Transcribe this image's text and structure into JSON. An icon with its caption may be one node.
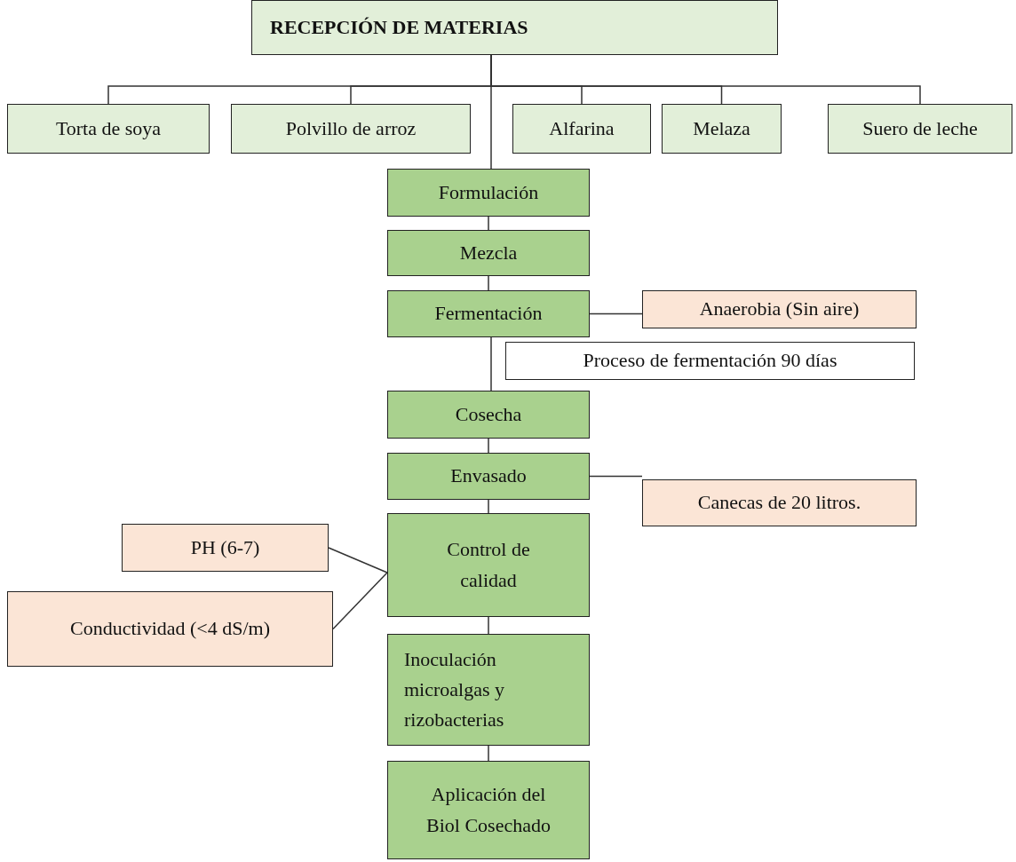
{
  "diagram": {
    "nodes": [
      {
        "text": [
          "RECEPCIÓN DE MATERIAS"
        ]
      },
      {
        "text": [
          "Torta de soya"
        ]
      },
      {
        "text": [
          "Polvillo de arroz"
        ]
      },
      {
        "text": [
          "Alfarina"
        ]
      },
      {
        "text": [
          "Melaza"
        ]
      },
      {
        "text": [
          "Suero de leche"
        ]
      },
      {
        "text": [
          "Formulación"
        ]
      },
      {
        "text": [
          "Mezcla"
        ]
      },
      {
        "text": [
          "Fermentación"
        ]
      },
      {
        "text": [
          "Anaerobia (Sin aire)"
        ]
      },
      {
        "text": [
          "Proceso de fermentación 90 días"
        ]
      },
      {
        "text": [
          "Cosecha"
        ]
      },
      {
        "text": [
          "Envasado"
        ]
      },
      {
        "text": [
          "Canecas de 20 litros."
        ]
      },
      {
        "text": [
          "Control de calidad"
        ]
      },
      {
        "text": [
          "PH (6-7)"
        ]
      },
      {
        "text": [
          "Conductividad (<4 dS/m)"
        ]
      },
      {
        "text": [
          "Inoculación microalgas y rizobacterias"
        ]
      },
      {
        "text": [
          "Aplicación del Biol Cosechado"
        ]
      }
    ],
    "edges": [
      {
        "from": 0,
        "to": 1,
        "arrow": "none"
      },
      {
        "from": 0,
        "to": 2,
        "arrow": "none"
      },
      {
        "from": 0,
        "to": 3,
        "arrow": "none"
      },
      {
        "from": 0,
        "to": 4,
        "arrow": "none"
      },
      {
        "from": 0,
        "to": 5,
        "arrow": "none"
      },
      {
        "from": 0,
        "to": 6,
        "arrow": "none"
      },
      {
        "from": 6,
        "to": 7,
        "arrow": "none"
      },
      {
        "from": 7,
        "to": 8,
        "arrow": "none"
      },
      {
        "from": 8,
        "to": 9,
        "arrow": "none"
      },
      {
        "from": 8,
        "to": 11,
        "arrow": "none"
      },
      {
        "from": 11,
        "to": 12,
        "arrow": "none"
      },
      {
        "from": 12,
        "to": 13,
        "arrow": "none"
      },
      {
        "from": 12,
        "to": 14,
        "arrow": "none"
      },
      {
        "from": 15,
        "to": 14,
        "arrow": "none"
      },
      {
        "from": 16,
        "to": 14,
        "arrow": "none"
      },
      {
        "from": 14,
        "to": 17,
        "arrow": "none"
      },
      {
        "from": 17,
        "to": 18,
        "arrow": "none"
      }
    ]
  }
}
